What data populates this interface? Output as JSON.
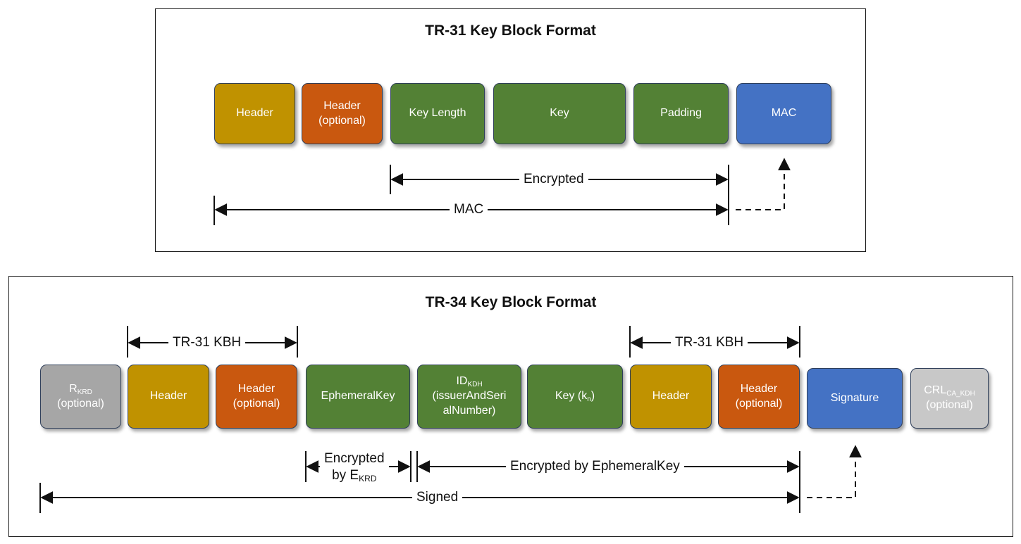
{
  "tr31": {
    "title": "TR-31 Key Block Format",
    "blocks": {
      "header": "Header",
      "header_opt_1": "Header",
      "header_opt_2": "(optional)",
      "key_length": "Key Length",
      "key": "Key",
      "padding": "Padding",
      "mac": "MAC"
    },
    "labels": {
      "encrypted": "Encrypted",
      "mac": "MAC"
    }
  },
  "tr34": {
    "title": "TR-34 Key Block Format",
    "blocks": {
      "rkrd_main": "R",
      "rkrd_sub": "KRD",
      "rkrd_opt": "(optional)",
      "header_a": "Header",
      "header_opt_a_1": "Header",
      "header_opt_a_2": "(optional)",
      "ephemeral_key": "EphemeralKey",
      "idkdh_main": "ID",
      "idkdh_sub": "KDH",
      "idkdh_line2": "(issuerAndSeri",
      "idkdh_line3": "alNumber)",
      "keykn_main": "Key (k",
      "keykn_sub": "n",
      "keykn_end": ")",
      "header_b": "Header",
      "header_opt_b_1": "Header",
      "header_opt_b_2": "(optional)",
      "signature": "Signature",
      "crl_main": "CRL",
      "crl_sub": "CA_KDH",
      "crl_opt": "(optional)"
    },
    "labels": {
      "kbh_left": "TR-31 KBH",
      "kbh_right": "TR-31 KBH",
      "enc_ekrd_1": "Encrypted",
      "enc_ekrd_2": "by E",
      "enc_ekrd_sub": "KRD",
      "enc_ephemeral": "Encrypted by EphemeralKey",
      "signed": "Signed"
    }
  },
  "colors": {
    "header": "#c09200",
    "header_optional": "#c9580f",
    "encrypted_fields": "#538135",
    "auth": "#4472c4",
    "optional_gray": "#a6a6a6",
    "optional_light_gray": "#c8c8c8"
  }
}
